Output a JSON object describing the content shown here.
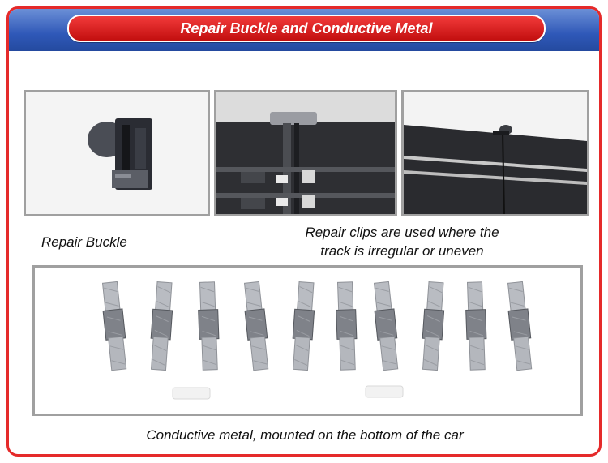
{
  "header": {
    "title": "Repair Buckle and Conductive Metal"
  },
  "captions": {
    "repair_buckle": "Repair Buckle",
    "repair_clips_line1": "Repair clips are used where the",
    "repair_clips_line2": "track is irregular or uneven",
    "conductive_metal": "Conductive metal, mounted on the bottom of the car"
  },
  "colors": {
    "frame_border": "#e52a2a",
    "header_blue": "#2f58b8",
    "title_red": "#d61a1a",
    "panel_border": "#a0a0a0"
  }
}
